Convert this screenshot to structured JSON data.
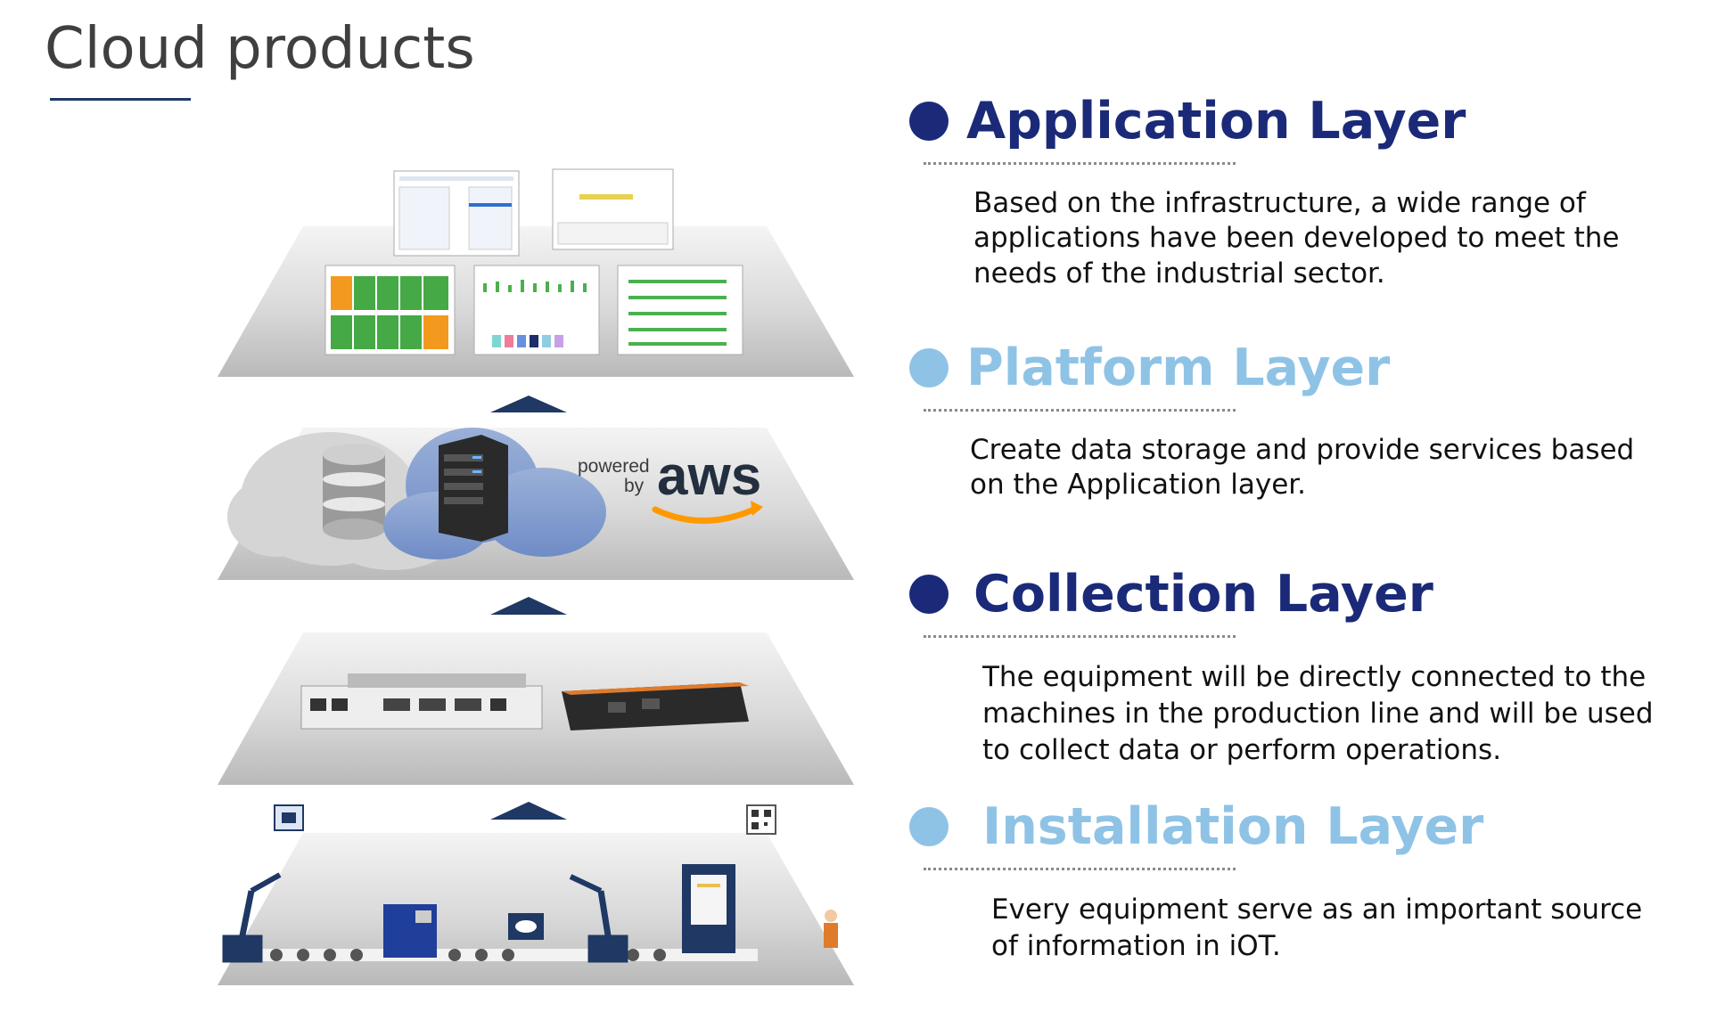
{
  "page": {
    "title": "Cloud products"
  },
  "colors": {
    "dark_blue": "#1b2a78",
    "light_blue": "#8fc3e6",
    "aws_orange": "#ff9900",
    "underline": "#1f3864"
  },
  "diagram": {
    "aws_badge": {
      "powered": "powered",
      "by": "by",
      "brand": "aws"
    }
  },
  "layers": [
    {
      "title": "Application Layer",
      "color": "#1b2a78",
      "desc": [
        "Based on the infrastructure, a wide range of",
        "applications have been developed to meet the",
        "needs of the industrial sector."
      ]
    },
    {
      "title": "Platform Layer",
      "color": "#8fc3e6",
      "desc": [
        "Create data storage and provide services based",
        "on the Application layer."
      ]
    },
    {
      "title": "Collection Layer",
      "color": "#1b2a78",
      "desc": [
        "The equipment will be directly connected to the",
        "machines in the production line and will be used",
        "to collect data or perform operations."
      ]
    },
    {
      "title": "Installation Layer",
      "color": "#8fc3e6",
      "desc": [
        "Every equipment serve as an important source",
        "of information in iOT."
      ]
    }
  ]
}
